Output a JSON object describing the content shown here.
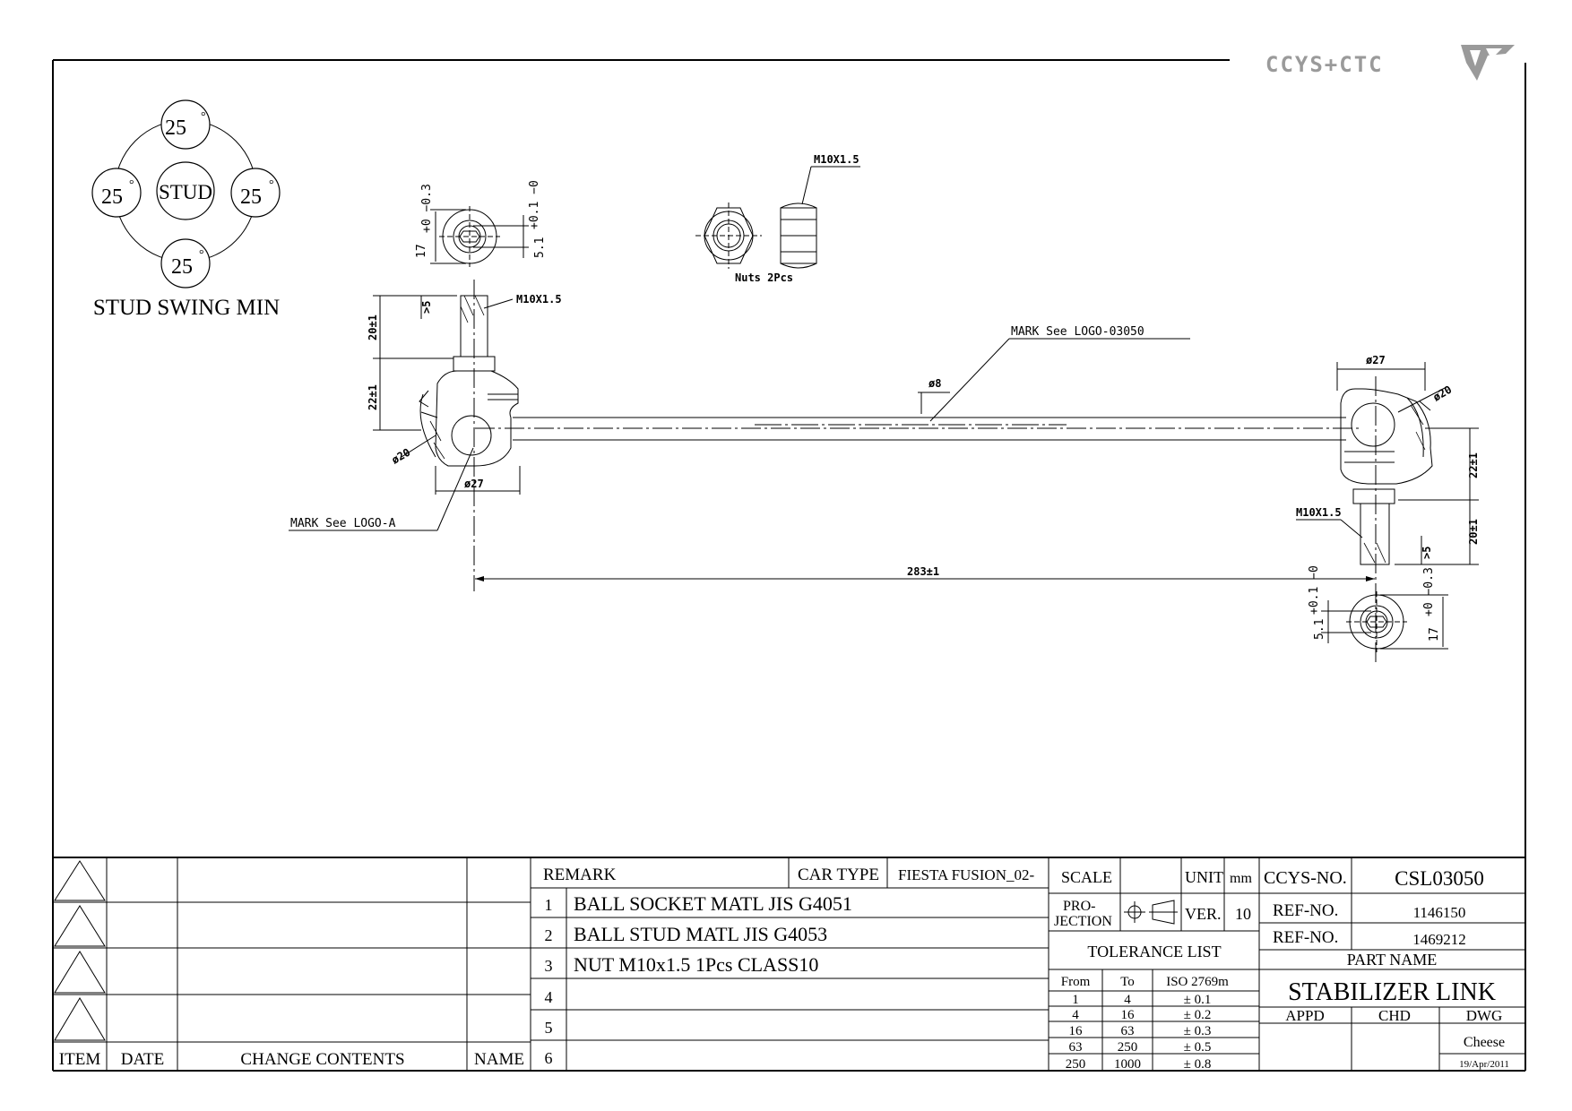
{
  "brand": {
    "name": "CCYS+CTC"
  },
  "stud_swing": {
    "top": "25",
    "left": "25",
    "right": "25",
    "bottom": "25",
    "degree": "°",
    "center": "STUD",
    "caption": "STUD SWING MIN"
  },
  "dimensions": {
    "thread_top": "M10X1.5",
    "thread_nut": "M10X1.5",
    "thread_right": "M10X1.5",
    "nuts_label": "Nuts 2Pcs",
    "hex_width_left": "17",
    "hex_tol_left": "+0 −0.3",
    "socket_left": "5.1",
    "socket_tol_left": "+0.1 −0",
    "hex_width_right": "17",
    "hex_tol_right": "+0 −0.3",
    "socket_right": "5.1",
    "socket_tol_right": "+0.1 −0",
    "thread_len_left": "20±1",
    "height_left": "22±1",
    "min_left": ">5",
    "thread_len_right": "20±1",
    "height_right": "22±1",
    "min_right": ">5",
    "ball_left": "ø20",
    "ball_right": "ø20",
    "housing_left": "ø27",
    "housing_right": "ø27",
    "rod_dia": "ø8",
    "overall_length": "283±1",
    "mark_logo_right": "MARK See LOGO-03050",
    "mark_logo_left": "MARK See LOGO-A"
  },
  "revision_table": {
    "headers": [
      "ITEM",
      "DATE",
      "CHANGE CONTENTS",
      "NAME"
    ]
  },
  "remarks": {
    "header": "REMARK",
    "car_type_label": "CAR TYPE",
    "car_type_value": "FIESTA FUSION_02-",
    "rows": [
      {
        "num": "1",
        "text": "BALL SOCKET MATL JIS G4051"
      },
      {
        "num": "2",
        "text": "BALL STUD MATL JIS G4053"
      },
      {
        "num": "3",
        "text": "NUT M10x1.5 1Pcs CLASS10"
      },
      {
        "num": "4",
        "text": ""
      },
      {
        "num": "5",
        "text": ""
      },
      {
        "num": "6",
        "text": ""
      }
    ]
  },
  "title_block": {
    "scale_label": "SCALE",
    "unit_label": "UNIT",
    "unit_value": "mm",
    "projection_label_1": "PRO-",
    "projection_label_2": "JECTION",
    "ver_label": "VER.",
    "ver_value": "10",
    "tolerance_title": "TOLERANCE LIST",
    "tolerance_headers": [
      "From",
      "To",
      "ISO 2769m"
    ],
    "tolerance_rows": [
      [
        "1",
        "4",
        "± 0.1"
      ],
      [
        "4",
        "16",
        "± 0.2"
      ],
      [
        "16",
        "63",
        "± 0.3"
      ],
      [
        "63",
        "250",
        "± 0.5"
      ],
      [
        "250",
        "1000",
        "± 0.8"
      ]
    ],
    "ccys_no_label": "CCYS-NO.",
    "ccys_no_value": "CSL03050",
    "ref_no_label_1": "REF-NO.",
    "ref_no_value_1": "1146150",
    "ref_no_label_2": "REF-NO.",
    "ref_no_value_2": "1469212",
    "part_name_label": "PART NAME",
    "part_name_value": "STABILIZER LINK",
    "appd_label": "APPD",
    "chd_label": "CHD",
    "dwg_label": "DWG",
    "dwg_name": "Cheese",
    "dwg_date": "19/Apr/2011"
  }
}
